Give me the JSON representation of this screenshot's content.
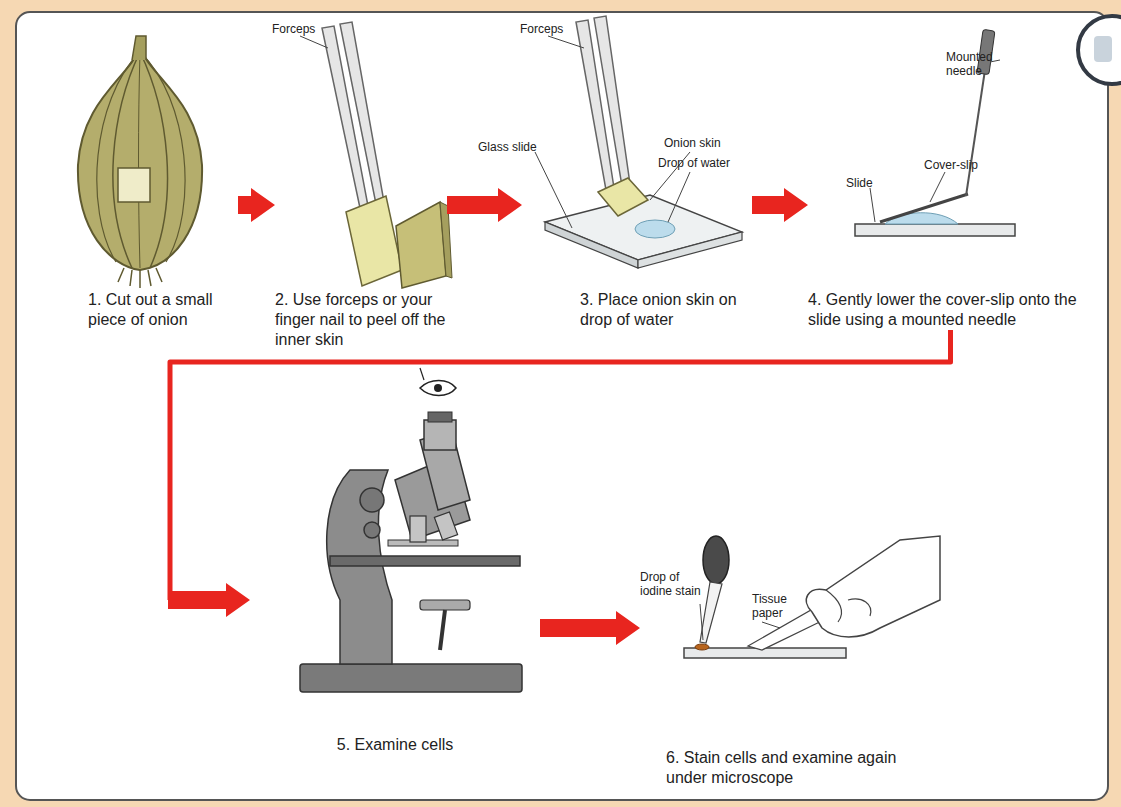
{
  "diagram": {
    "nodes": [
      {
        "text": [
          "1. Cut out a small piece of onion"
        ]
      },
      {
        "text": [
          "2. Use forceps or your finger nail to peel off the inner skin"
        ]
      },
      {
        "text": [
          "3. Place onion skin on drop of water"
        ]
      },
      {
        "text": [
          "4. Gently lower the cover-slip onto the slide using a mounted needle"
        ]
      },
      {
        "text": [
          "5. Examine cells"
        ]
      },
      {
        "text": [
          "6. Stain cells and examine again under microscope"
        ]
      }
    ],
    "edges": [
      {
        "from": 0,
        "to": 1,
        "arrow": "to"
      },
      {
        "from": 1,
        "to": 2,
        "arrow": "to"
      },
      {
        "from": 2,
        "to": 3,
        "arrow": "to"
      },
      {
        "from": 3,
        "to": 4,
        "arrow": "to"
      },
      {
        "from": 4,
        "to": 5,
        "arrow": "to"
      }
    ],
    "labels": [
      "Forceps",
      "Forceps",
      "Glass slide",
      "Onion skin",
      "Drop of water",
      "Mounted needle",
      "Cover-slip",
      "Slide",
      "Drop of iodine stain",
      "Tissue paper"
    ]
  }
}
